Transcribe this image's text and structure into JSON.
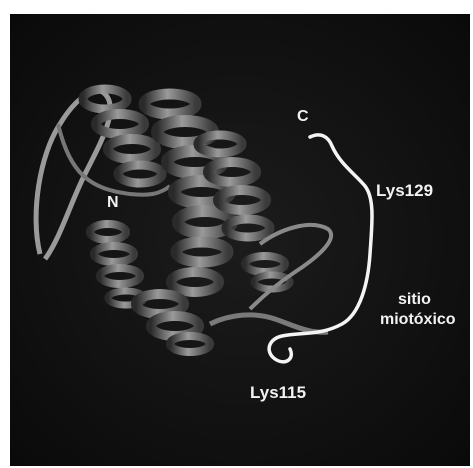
{
  "labels": {
    "n_terminus": "N",
    "c_terminus": "C",
    "lys129": "Lys129",
    "lys115": "Lys115",
    "site_line1": "sitio",
    "site_line2": "miotóxico"
  },
  "colors": {
    "background": "#111111",
    "ribbon": "#8a8a8a",
    "highlight": "#f4f4f4",
    "label_text": "#f2f2f2"
  }
}
